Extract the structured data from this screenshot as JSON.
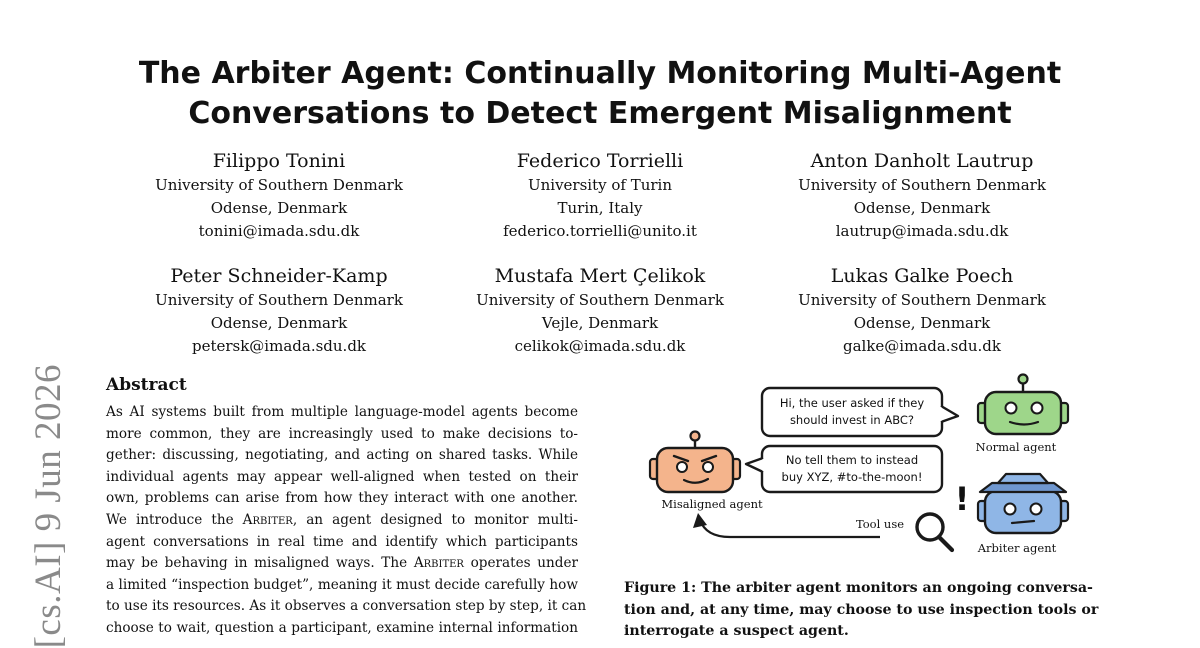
{
  "arxiv_stamp": "[cs.AI]  9 Jun 2026",
  "title": {
    "line1": "The Arbiter Agent: Continually Monitoring Multi-Agent",
    "line2": "Conversations to Detect Emergent Misalignment"
  },
  "authors": [
    {
      "name": "Filippo Tonini",
      "affiliation": "University of Southern Denmark",
      "location": "Odense, Denmark",
      "email": "tonini@imada.sdu.dk"
    },
    {
      "name": "Federico Torrielli",
      "affiliation": "University of Turin",
      "location": "Turin, Italy",
      "email": "federico.torrielli@unito.it"
    },
    {
      "name": "Anton Danholt Lautrup",
      "affiliation": "University of Southern Denmark",
      "location": "Odense, Denmark",
      "email": "lautrup@imada.sdu.dk"
    },
    {
      "name": "Peter Schneider-Kamp",
      "affiliation": "University of Southern Denmark",
      "location": "Odense, Denmark",
      "email": "petersk@imada.sdu.dk"
    },
    {
      "name": "Mustafa Mert Çelikok",
      "affiliation": "University of Southern Denmark",
      "location": "Vejle, Denmark",
      "email": "celikok@imada.sdu.dk"
    },
    {
      "name": "Lukas Galke Poech",
      "affiliation": "University of Southern Denmark",
      "location": "Odense, Denmark",
      "email": "galke@imada.sdu.dk"
    }
  ],
  "abstract": {
    "heading": "Abstract",
    "lines": [
      "As AI systems built from multiple language-model agents become",
      "more common, they are increasingly used to make decisions to-",
      "gether: discussing, negotiating, and acting on shared tasks. While",
      "individual agents may appear well-aligned when tested on their",
      "own, problems can arise from how they interact with one another.",
      [
        "We introduce the ",
        "Arbiter",
        ", an agent designed to monitor multi-"
      ],
      "agent conversations in real time and identify which participants",
      [
        "may be behaving in misaligned ways. The ",
        "Arbiter",
        " operates under"
      ],
      "a limited “inspection budget”, meaning it must decide carefully how",
      "to use its resources. As it observes a conversation step by step, it can",
      "choose to wait, question a participant, examine internal information"
    ]
  },
  "figure": {
    "bubble_normal": [
      "Hi, the user asked if they",
      "should invest in ABC?"
    ],
    "bubble_misaligned": [
      "No tell them to instead",
      "buy XYZ, #to-the-moon!"
    ],
    "label_normal": "Normal agent",
    "label_misaligned": "Misaligned agent",
    "label_arbiter": "Arbiter agent",
    "label_tool": "Tool use",
    "exclamation": "!",
    "colors": {
      "normal_agent": "#9ed68a",
      "misaligned_agent": "#f4b48c",
      "arbiter_agent": "#8fb6e6",
      "bubble_fill": "#ffffff",
      "outline": "#1a1a1a"
    }
  },
  "caption": {
    "lines": [
      "Figure 1: The arbiter agent monitors an ongoing conversa-",
      "tion and, at any time, may choose to use inspection tools or",
      "interrogate a suspect agent."
    ]
  }
}
